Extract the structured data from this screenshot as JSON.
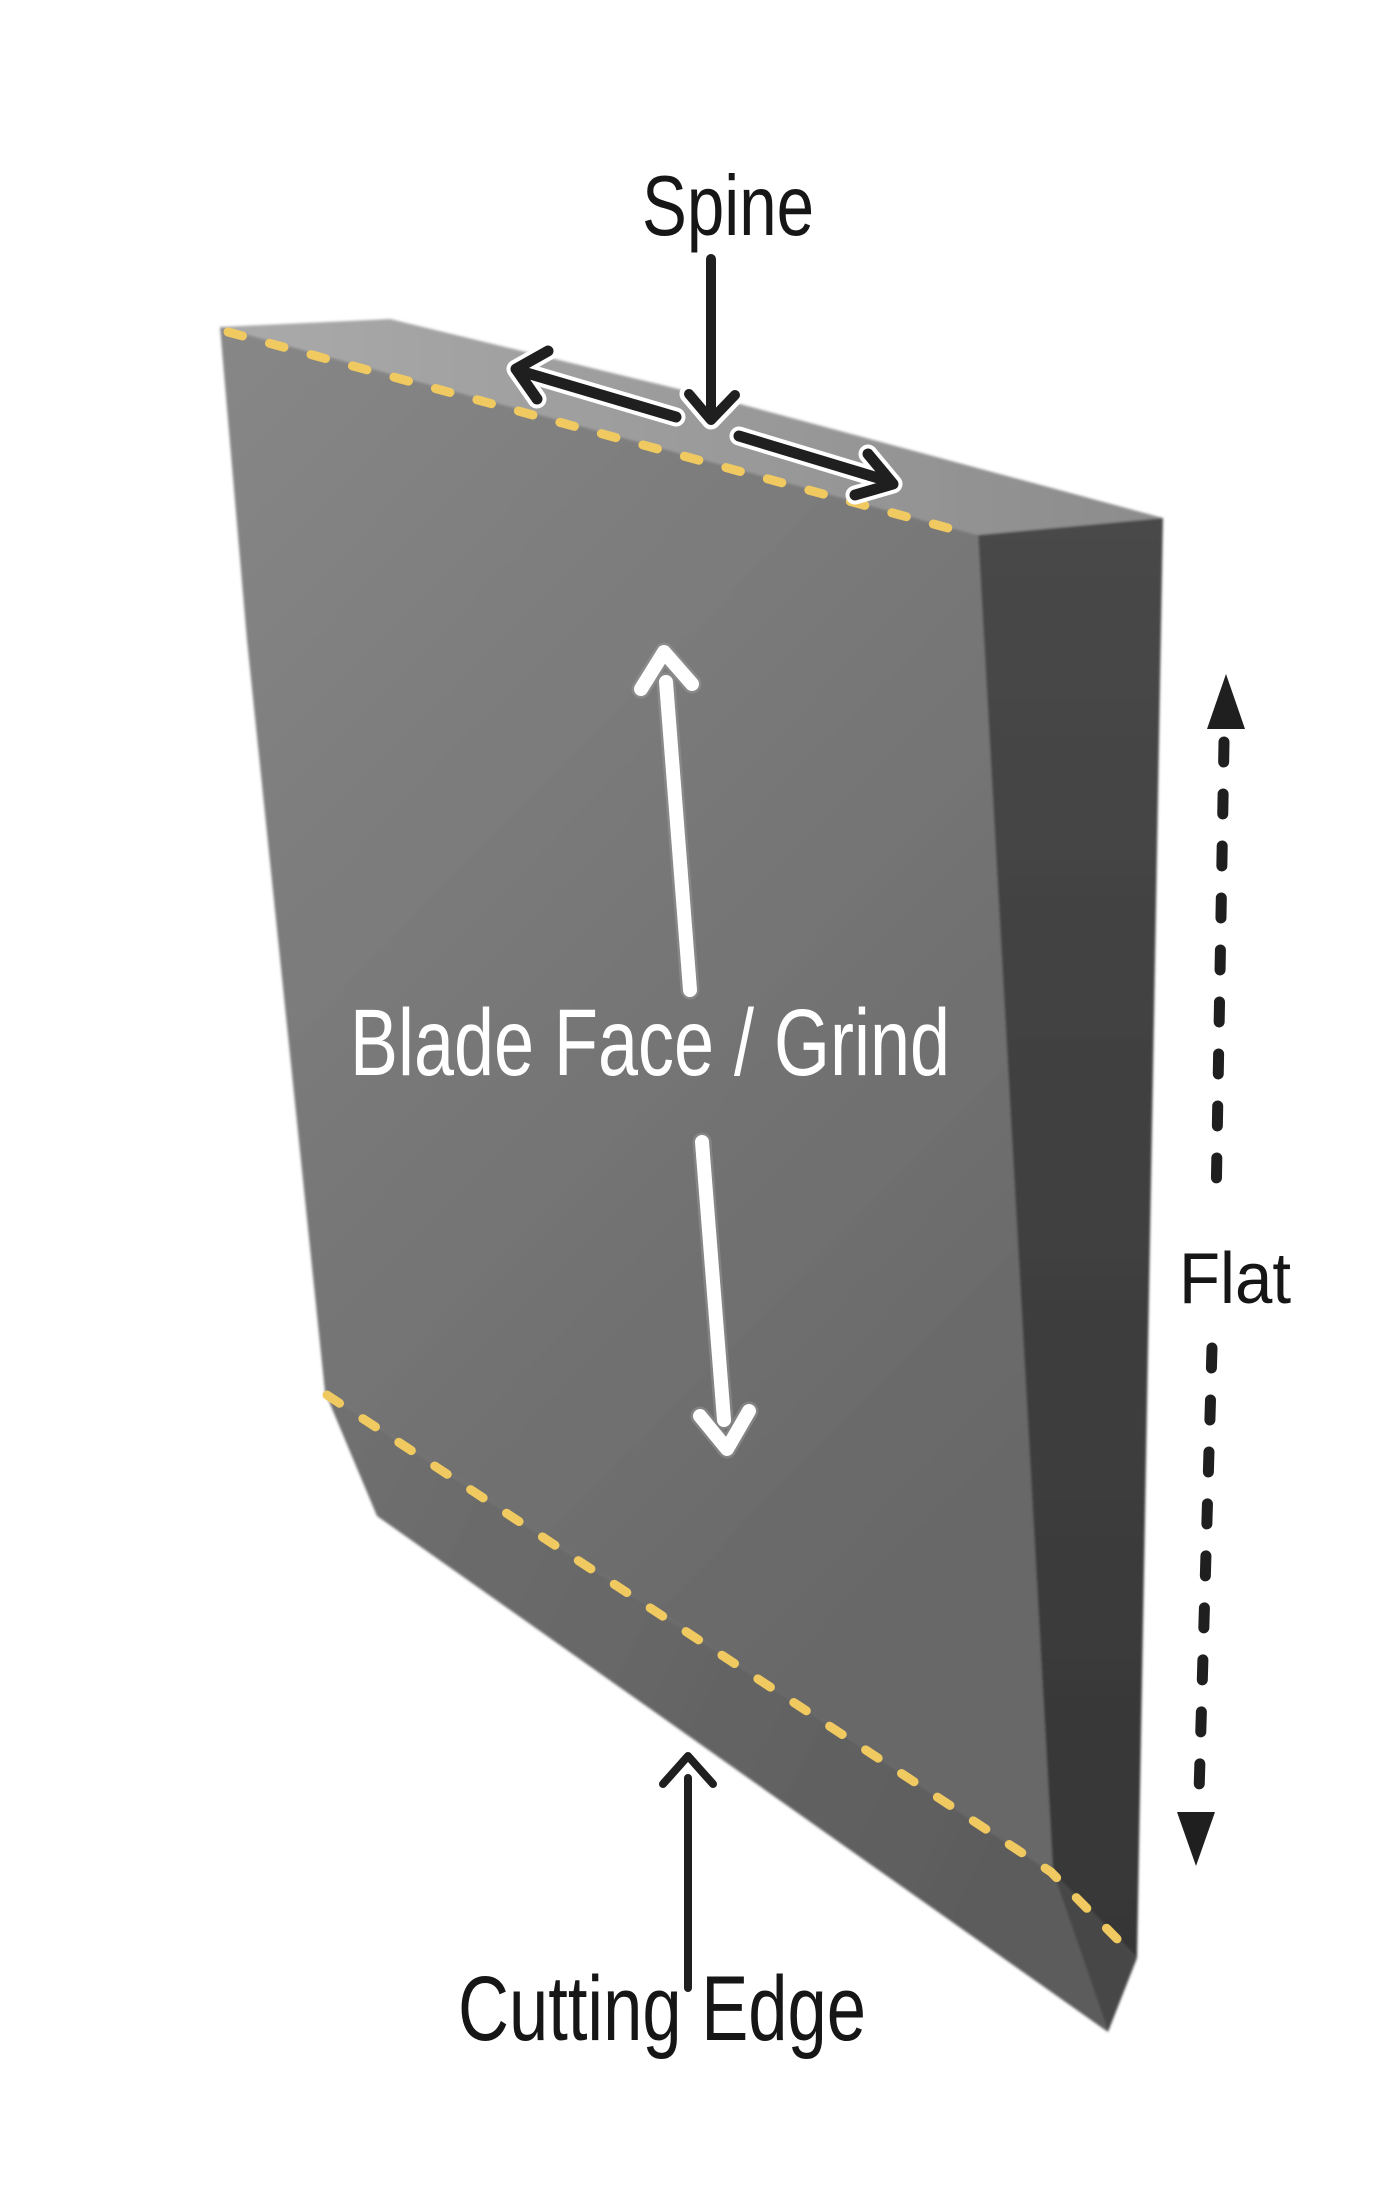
{
  "diagram": {
    "description": "Knife blade anatomy diagram",
    "labels": {
      "spine": "Spine",
      "blade_face": "Blade Face / Grind",
      "flat": "Flat",
      "cutting_edge": "Cutting Edge"
    },
    "colors": {
      "background": "#ffffff",
      "label_text": "#161616",
      "face_label_text": "#ffffff",
      "arrow_black": "#1f1f1f",
      "arrow_outline_white": "#ffffff",
      "arrow_white": "#ffffff",
      "edge_dash_yellow": "#f0ca60",
      "top_face_light": "#aaaaaa",
      "top_face_dark": "#8c8c8c",
      "front_face_light": "#878787",
      "front_face_dark": "#676767",
      "right_face_light": "#484848",
      "right_face_dark": "#363636",
      "bevel_light": "#707070",
      "bevel_dark": "#5c5c5c",
      "right_bevel": "#474747"
    }
  }
}
